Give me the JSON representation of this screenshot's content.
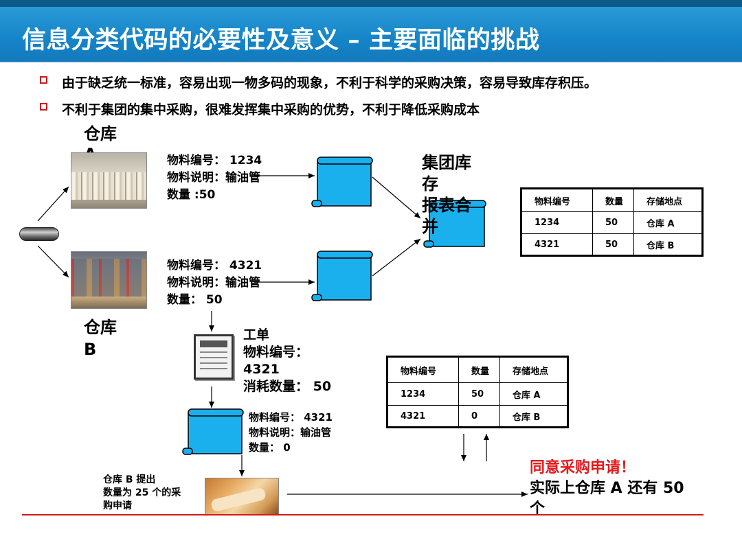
{
  "title": "信息分类代码的必要性及意义 – 主要面临的挑战",
  "bullets": [
    "由于缺乏统一标准，容易出现一物多码的现象，不利于科学的采购决策，容易导致库存积压。",
    "不利于集团的集中采购，很难发挥集中采购的优势，不利于降低采购成本"
  ],
  "warehouse_a": {
    "label_line1": "仓库",
    "label_line2": "A",
    "info": [
      "物料编号： 1234",
      "物料说明：输油管",
      "数量 :50"
    ]
  },
  "warehouse_b": {
    "label_line1": "仓库",
    "label_line2": "B",
    "info": [
      "物料编号： 4321",
      "物料说明：输油管",
      "数量： 50"
    ]
  },
  "group_report": {
    "lines": [
      "集团库",
      "存",
      "报表合",
      "并"
    ]
  },
  "table_top": {
    "headers": [
      "物料编号",
      "数量",
      "存储地点"
    ],
    "rows": [
      [
        "1234",
        "50",
        "仓库 A"
      ],
      [
        "4321",
        "50",
        "仓库 B"
      ]
    ]
  },
  "work_order": {
    "lines": [
      "工单",
      "物料编号：",
      "4321",
      "消耗数量： 50"
    ]
  },
  "record_b_after": {
    "lines": [
      "物料编号： 4321",
      "物料说明：输油管",
      "数量： 0"
    ]
  },
  "table_bottom": {
    "headers": [
      "物料编号",
      "数量",
      "存储地点"
    ],
    "rows": [
      [
        "1234",
        "50",
        "仓库 A"
      ],
      [
        "4321",
        "0",
        "仓库 B"
      ]
    ]
  },
  "purchase_request": {
    "lines": [
      "仓库 B 提出",
      "数量为 25 个的采",
      "购申请"
    ]
  },
  "approval": {
    "red": "同意采购申请！",
    "black_line1": "实际上仓库 A 还有 50",
    "black_line2": "个"
  },
  "colors": {
    "title_bg": "#1584c8",
    "accent_red": "#d41a1a",
    "scroll_fill": "#1ab0ee"
  }
}
